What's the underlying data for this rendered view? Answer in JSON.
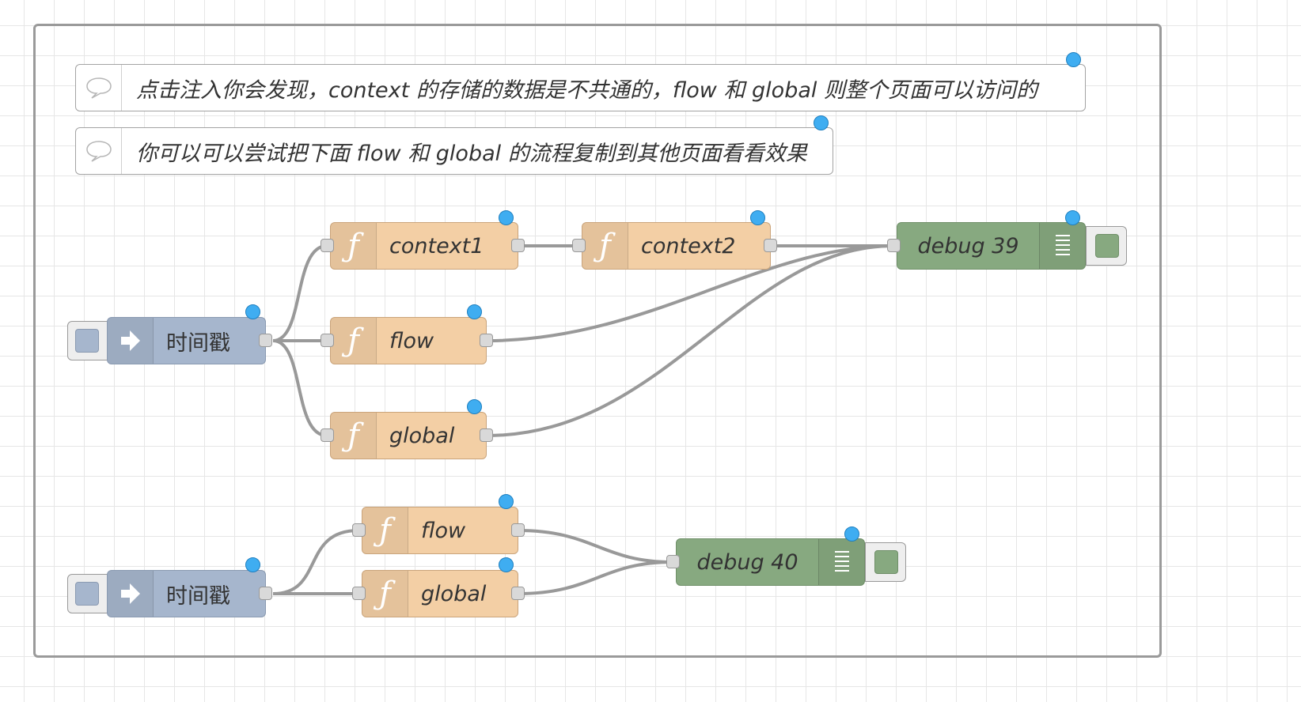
{
  "comments": [
    {
      "text": "点击注入你会发现，context 的存储的数据是不共通的，flow 和 global 则整个页面可以访问的",
      "icon": "speech-bubble-icon"
    },
    {
      "text": "你可以可以尝试把下面 flow 和 global 的流程复制到其他页面看看效果",
      "icon": "speech-bubble-icon"
    }
  ],
  "flow1": {
    "inject": {
      "label": "时间戳",
      "icon": "arrow-right-icon"
    },
    "fn_context1": {
      "label": "context1",
      "icon": "function-icon"
    },
    "fn_context2": {
      "label": "context2",
      "icon": "function-icon"
    },
    "fn_flow": {
      "label": "flow",
      "icon": "function-icon"
    },
    "fn_global": {
      "label": "global",
      "icon": "function-icon"
    },
    "debug": {
      "label": "debug 39",
      "icon": "list-icon"
    }
  },
  "flow2": {
    "inject": {
      "label": "时间戳",
      "icon": "arrow-right-icon"
    },
    "fn_flow": {
      "label": "flow",
      "icon": "function-icon"
    },
    "fn_global": {
      "label": "global",
      "icon": "function-icon"
    },
    "debug": {
      "label": "debug 40",
      "icon": "list-icon"
    }
  },
  "colors": {
    "function_node": "#f3cfa5",
    "inject_node": "#a6b6cd",
    "debug_node": "#87a980",
    "changed_dot": "#3fadf1",
    "wire": "#999999"
  }
}
